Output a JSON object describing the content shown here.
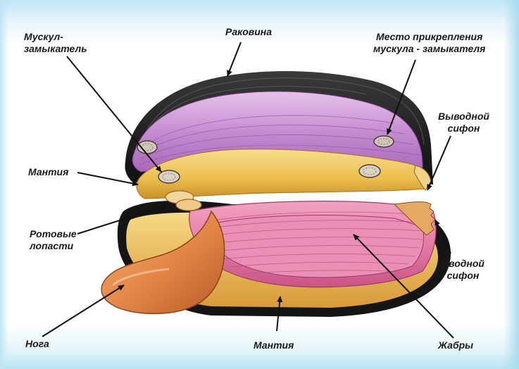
{
  "labels": {
    "muscle_closer": "Мускул-\nзамыкатель",
    "shell": "Раковина",
    "muscle_attachment": "Место прикрепления\nмускула - замыкателя",
    "outlet_siphon": "Выводной\nсифон",
    "mantle_left": "Мантия",
    "oral_lobes": "Ротовые\nлопасти",
    "inlet_siphon": "Вводной\nсифон",
    "foot": "Нога",
    "mantle_bottom": "Мантия",
    "gills": "Жабры"
  },
  "colors": {
    "shell_dark": "#1c1c1c",
    "shell_purple": "#c58ad0",
    "mantle_yellow": "#f1c85a",
    "gill_pink": "#e47ba4",
    "foot_orange": "#e5894a"
  }
}
